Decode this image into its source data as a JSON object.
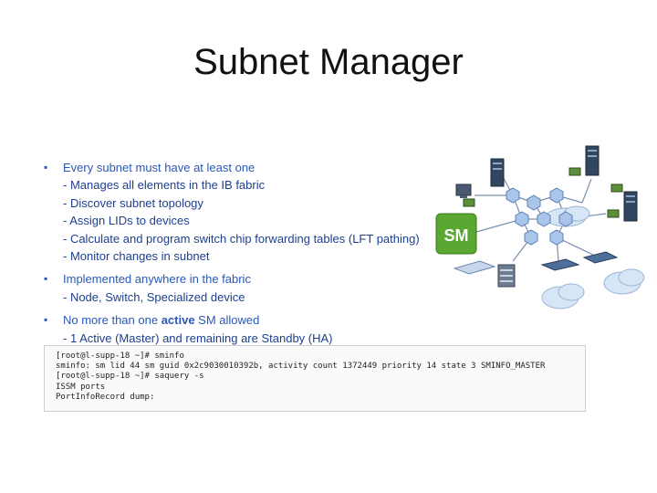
{
  "slide": {
    "title": "Subnet Manager"
  },
  "bullets": [
    {
      "text": "Every subnet must have at least one",
      "subs": [
        "- Manages all elements in the IB fabric",
        "- Discover subnet topology",
        "- Assign LIDs to devices",
        "- Calculate and program switch chip forwarding tables (LFT pathing)",
        "- Monitor changes in subnet"
      ]
    },
    {
      "text": "Implemented anywhere in the fabric",
      "subs": [
        "- Node, Switch, Specialized device"
      ]
    },
    {
      "text_before": "No more than one ",
      "text_bold": "active",
      "text_after": " SM allowed",
      "subs": [
        "- 1 Active (Master) and remaining are Standby (HA)"
      ]
    }
  ],
  "terminal": {
    "lines": [
      "[root@l-supp-18 ~]# sminfo",
      "sminfo: sm lid 44 sm guid 0x2c9030010392b, activity count 1372449 priority 14 state 3 SMINFO_MASTER",
      "[root@l-supp-18 ~]# saquery -s",
      "ISSM ports",
      "PortInfoRecord dump:"
    ]
  },
  "diagram": {
    "sm_label": "SM",
    "icons": [
      "server-icon",
      "switch-icon",
      "cloud-icon",
      "storage-icon",
      "workstation-icon"
    ],
    "colors": {
      "sm_box": "#5aa832",
      "hex_node": "#a9c6ea",
      "cloud": "#d7e6f6",
      "link": "#7a8fb0",
      "text_blue": "#2a58b8"
    }
  }
}
